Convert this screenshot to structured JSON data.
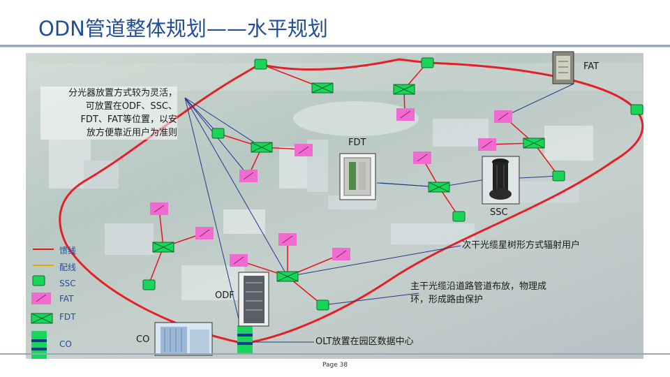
{
  "title": "ODN管道整体规划——水平规划",
  "labels": {
    "fat": "FAT",
    "fdt": "FDT",
    "ssc": "SSC",
    "odf": "ODF",
    "co": "CO"
  },
  "notes": {
    "splitter": [
      "分光器放置方式较为灵活，",
      "可放置在ODF、SSC、",
      "FDT、FAT等位置，以安",
      "放方便靠近用户为准则"
    ],
    "secondary": "次干光缆星树形方式辐射用户",
    "trunk": [
      "主干光缆沿道路管道布放，物理成",
      "环，形成路由保护"
    ],
    "olt": "OLT放置在园区数据中心"
  },
  "legend": [
    {
      "symbol": "feeder-line",
      "label": "馈线"
    },
    {
      "symbol": "distribution-line",
      "label": "配线"
    },
    {
      "symbol": "ssc-box",
      "label": "SSC"
    },
    {
      "symbol": "fat-box",
      "label": "FAT"
    },
    {
      "symbol": "fdt-box",
      "label": "FDT"
    },
    {
      "symbol": "co-stack",
      "label": "CO"
    }
  ],
  "footer": "Page 38",
  "colors": {
    "title": "#1f4e9a",
    "feeder": "#e8141c",
    "distribution": "#e8a800",
    "ssc": "#19d65a",
    "fat": "#f06ad0",
    "fdt": "#19d65a"
  }
}
